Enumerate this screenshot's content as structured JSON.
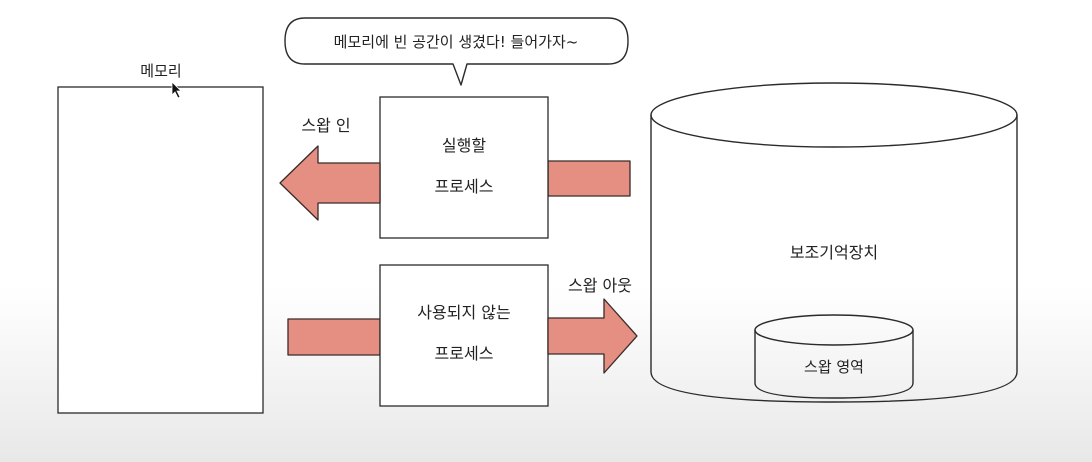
{
  "memory": {
    "label": "메모리"
  },
  "speech_bubble": {
    "text": "메모리에 빈 공간이 생겼다! 들어가자~"
  },
  "process_in": {
    "line1": "실행할",
    "line2": "프로세스"
  },
  "process_out": {
    "line1": "사용되지 않는",
    "line2": "프로세스"
  },
  "arrows": {
    "swap_in_label": "스왑 인",
    "swap_out_label": "스왑 아웃"
  },
  "storage": {
    "label": "보조기억장치",
    "swap_area_label": "스왑 영역"
  },
  "colors": {
    "arrow_fill": "#e58f83",
    "swap_area_fill": "#f1dcd8"
  }
}
